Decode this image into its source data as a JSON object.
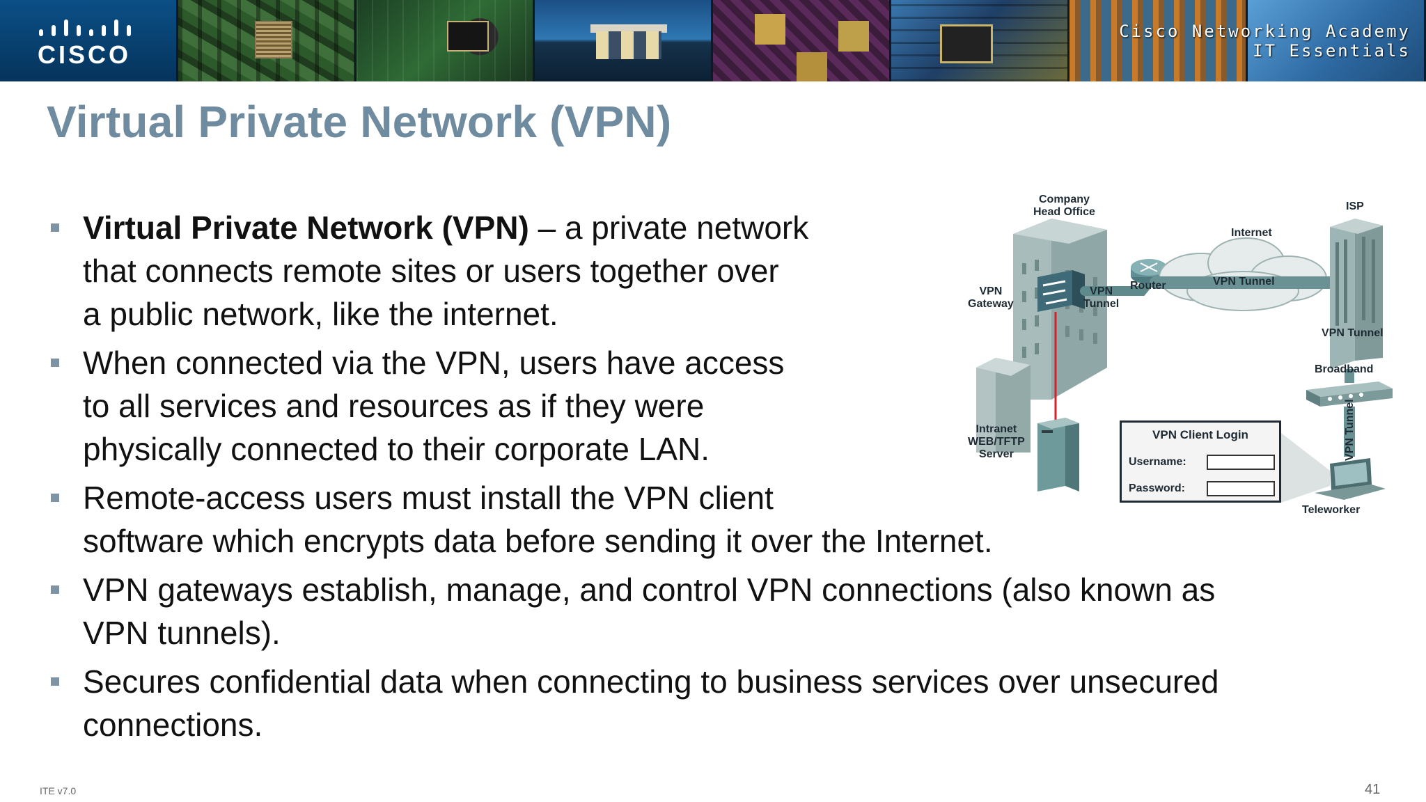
{
  "banner": {
    "logo_text": "CISCO",
    "academy_line1": "Cisco Networking Academy",
    "academy_line2": "IT Essentials"
  },
  "title": "Virtual Private Network (VPN)",
  "bullets": [
    {
      "bold": "Virtual Private Network (VPN)",
      "line1_rest": " – a private network",
      "line2": "that connects remote sites or users together over",
      "line3": "a public network, like the internet."
    },
    {
      "line1": "When connected via the VPN, users have access",
      "line2": "to all services and resources as if they were",
      "line3": "physically connected to their corporate LAN."
    },
    {
      "line1": "Remote-access users must install the VPN client",
      "line2": "software which  encrypts data before sending it over the Internet."
    },
    {
      "line1": "VPN gateways establish, manage, and control VPN connections (also known as",
      "line2": "VPN tunnels)."
    },
    {
      "line1": "Secures confidential data when connecting to business services over unsecured",
      "line2": "connections."
    }
  ],
  "diagram": {
    "company_head_office_1": "Company",
    "company_head_office_2": "Head Office",
    "isp": "ISP",
    "internet": "Internet",
    "router": "Router",
    "vpn_tunnel_cloud": "VPN Tunnel",
    "vpn_gateway_1": "VPN",
    "vpn_gateway_2": "Gateway",
    "vpn_tunnel_left_1": "VPN",
    "vpn_tunnel_left_2": "Tunnel",
    "vpn_tunnel_right": "VPN Tunnel",
    "broadband": "Broadband",
    "vpn_tunnel_vertical": "VPN Tunnel",
    "intranet_1": "Intranet",
    "intranet_2": "WEB/TFTP",
    "intranet_3": "Server",
    "teleworker": "Teleworker",
    "login_title": "VPN Client Login",
    "username_label": "Username:",
    "password_label": "Password:"
  },
  "footer": {
    "version": "ITE v7.0",
    "page_number": "41"
  }
}
